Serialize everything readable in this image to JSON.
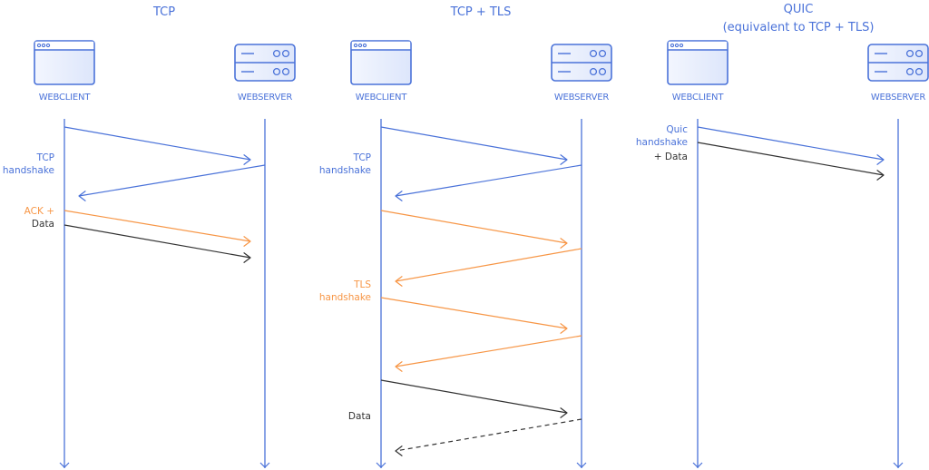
{
  "colors": {
    "blue": "#4a72d9",
    "orange": "#f79646",
    "black": "#333333",
    "icon_fill": "#dde6fb"
  },
  "panels": [
    {
      "title_lines": [
        "TCP"
      ],
      "client_label": "WEBCLIENT",
      "server_label": "WEBSERVER",
      "labels": [
        {
          "lines": [
            "TCP",
            "handshake"
          ],
          "color": "blue"
        },
        {
          "lines": [
            "ACK +"
          ],
          "color": "orange"
        },
        {
          "lines": [
            "Data"
          ],
          "color": "black"
        }
      ],
      "messages": [
        {
          "from": "client",
          "color": "blue",
          "dashed": false
        },
        {
          "from": "server",
          "color": "blue",
          "dashed": false
        },
        {
          "from": "client",
          "color": "orange",
          "dashed": false
        },
        {
          "from": "client",
          "color": "black",
          "dashed": false
        }
      ]
    },
    {
      "title_lines": [
        "TCP + TLS"
      ],
      "client_label": "WEBCLIENT",
      "server_label": "WEBSERVER",
      "labels": [
        {
          "lines": [
            "TCP",
            "handshake"
          ],
          "color": "blue"
        },
        {
          "lines": [
            "TLS",
            "handshake"
          ],
          "color": "orange"
        },
        {
          "lines": [
            "Data"
          ],
          "color": "black"
        }
      ],
      "messages": [
        {
          "from": "client",
          "color": "blue",
          "dashed": false
        },
        {
          "from": "server",
          "color": "blue",
          "dashed": false
        },
        {
          "from": "client",
          "color": "orange",
          "dashed": false
        },
        {
          "from": "server",
          "color": "orange",
          "dashed": false
        },
        {
          "from": "client",
          "color": "orange",
          "dashed": false
        },
        {
          "from": "server",
          "color": "orange",
          "dashed": false
        },
        {
          "from": "client",
          "color": "black",
          "dashed": false
        },
        {
          "from": "server",
          "color": "black",
          "dashed": true
        }
      ]
    },
    {
      "title_lines": [
        "QUIC",
        "(equivalent to TCP + TLS)"
      ],
      "client_label": "WEBCLIENT",
      "server_label": "WEBSERVER",
      "labels": [
        {
          "lines": [
            "Quic",
            "handshake"
          ],
          "color": "blue"
        },
        {
          "lines": [
            "+ Data"
          ],
          "color": "black"
        }
      ],
      "messages": [
        {
          "from": "client",
          "color": "blue",
          "dashed": false
        },
        {
          "from": "client",
          "color": "black",
          "dashed": false
        }
      ]
    }
  ]
}
